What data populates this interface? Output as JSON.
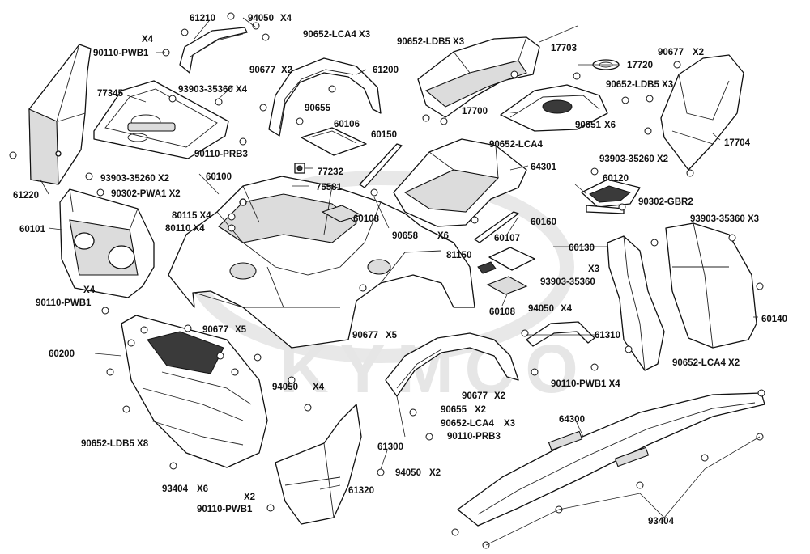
{
  "watermark": "KYMCO",
  "labels": {
    "l61210": "61210",
    "l94050a": "94050",
    "x4a": "X4",
    "x4b": "X4",
    "l90110pwb1a": "90110-PWB1",
    "l90652lca4a": "90652-LCA4 X3",
    "l90652ldb5a": "90652-LDB5 X3",
    "l17703": "17703",
    "l90677a": "90677",
    "x2a": "X2",
    "l61200": "61200",
    "l17720": "17720",
    "l90677b": "90677",
    "x2b": "X2",
    "l90652ldb5b": "90652-LDB5 X3",
    "l77345": "77345",
    "l93903a": "93903-35360 X4",
    "l90655a": "90655",
    "l17700": "17700",
    "l60106": "60106",
    "l90651": "90651",
    "x6a": "X6",
    "l17704": "17704",
    "l90110prb3a": "90110-PRB3",
    "l60150": "60150",
    "l90652lca4b": "90652-LCA4",
    "l93903b": "93903-35260 X2",
    "l77232": "77232",
    "l61220": "61220",
    "l64301": "64301",
    "l60120": "60120",
    "l93903c": "93903-35260 X2",
    "l60100": "60100",
    "l75581": "75581",
    "l90302pwa1": "90302-PWA1 X2",
    "l90302gbr2": "90302-GBR2",
    "l80115": "80115 X4",
    "l60108a": "60108",
    "l60160": "60160",
    "l93903d": "93903-35360 X3",
    "l80110": "80110 X4",
    "l90658": "90658",
    "x6b": "X6",
    "l60101": "60101",
    "l60107": "60107",
    "l60130": "60130",
    "l81150": "81150",
    "x3a": "X3",
    "l93903e": "93903-35360",
    "x4c": "X4",
    "l90110pwb1b": "90110-PWB1",
    "l60108b": "60108",
    "l94050b": "94050",
    "x4d": "X4",
    "l60140": "60140",
    "l61310": "61310",
    "l90677c": "90677",
    "x5a": "X5",
    "l90677d": "90677",
    "x5b": "X5",
    "l60200": "60200",
    "l90652lca4c": "90652-LCA4 X2",
    "l94050c": "94050",
    "x4e": "X4",
    "l90110pwb1c": "90110-PWB1 X4",
    "l90677e": "90677",
    "x2c": "X2",
    "l90655b": "90655",
    "x2d": "X2",
    "l90652lca4d": "90652-LCA4",
    "x3b": "X3",
    "l64300": "64300",
    "l90652ldb5c": "90652-LDB5 X8",
    "l61300": "61300",
    "l90110prb3b": "90110-PRB3",
    "l94050d": "94050",
    "x2e": "X2",
    "l93404a": "93404",
    "x6c": "X6",
    "l61320": "61320",
    "x2f": "X2",
    "l90110pwb1d": "90110-PWB1",
    "l93404b": "93404"
  }
}
